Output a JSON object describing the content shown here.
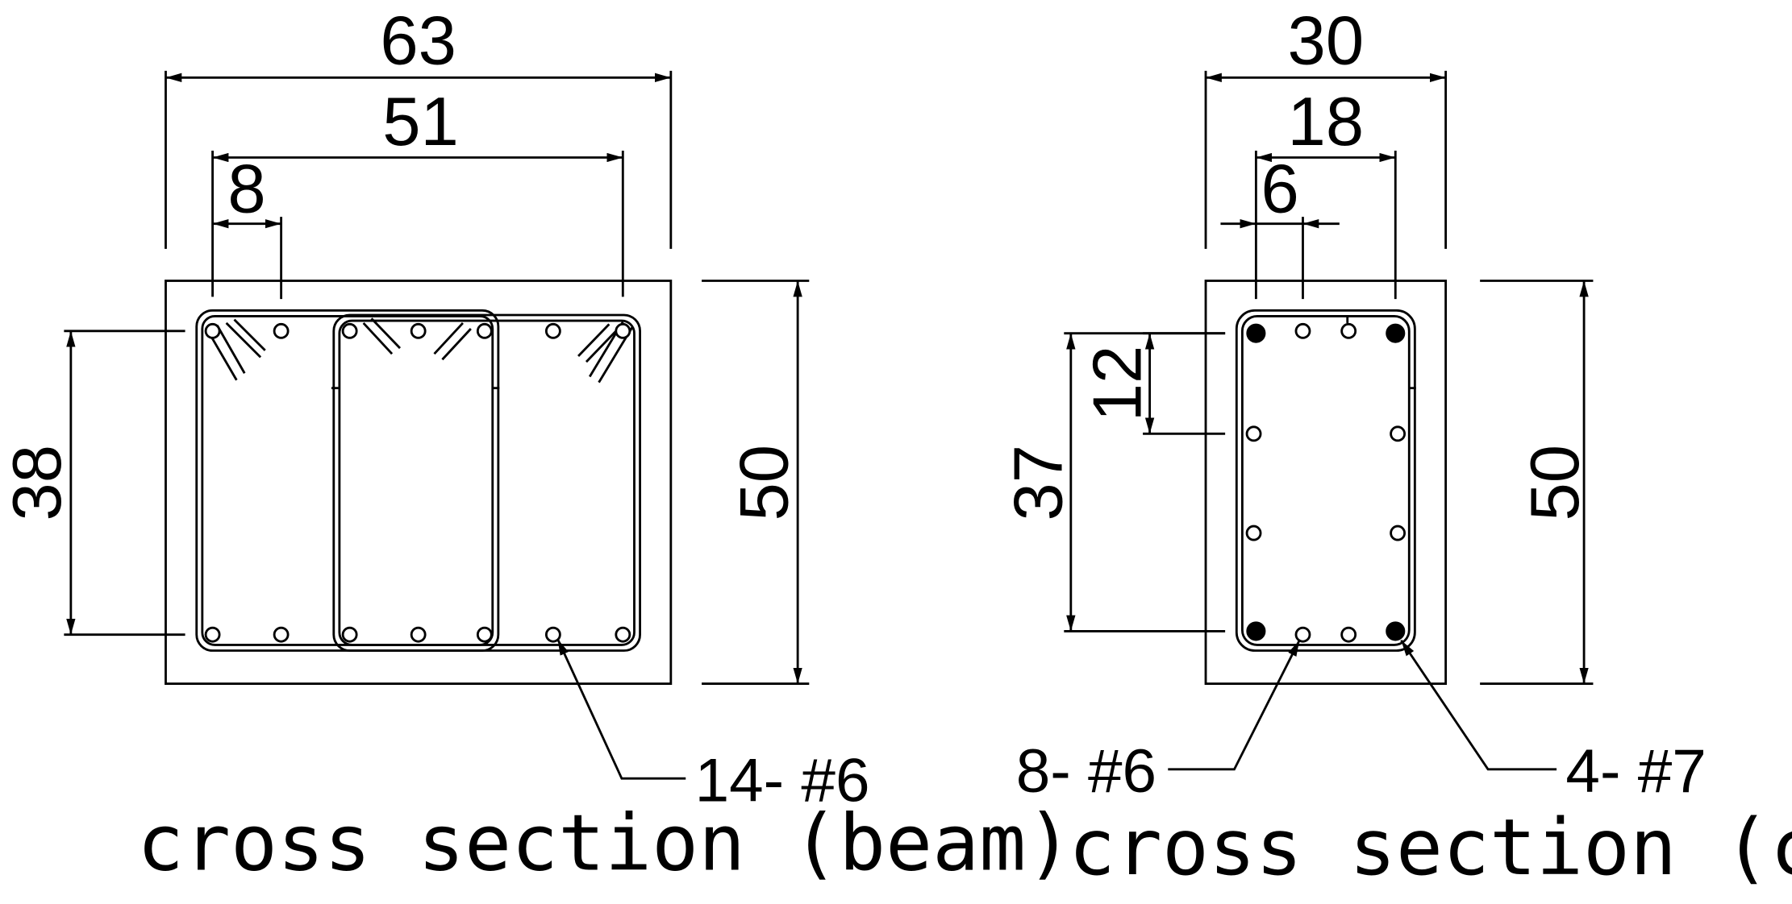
{
  "beam": {
    "caption": "cross section (beam)",
    "dim_width": "63",
    "dim_inner": "51",
    "dim_spacing": "8",
    "dim_height": "50",
    "dim_inner_height": "38",
    "rebar_label": "14- #6"
  },
  "column": {
    "caption": "cross section (column)",
    "dim_width": "30",
    "dim_inner": "18",
    "dim_spacing": "6",
    "dim_height": "50",
    "dim_inner_height": "37",
    "dim_vertical_spacing": "12",
    "rebar_small_label": "8- #6",
    "rebar_large_label": "4- #7"
  }
}
